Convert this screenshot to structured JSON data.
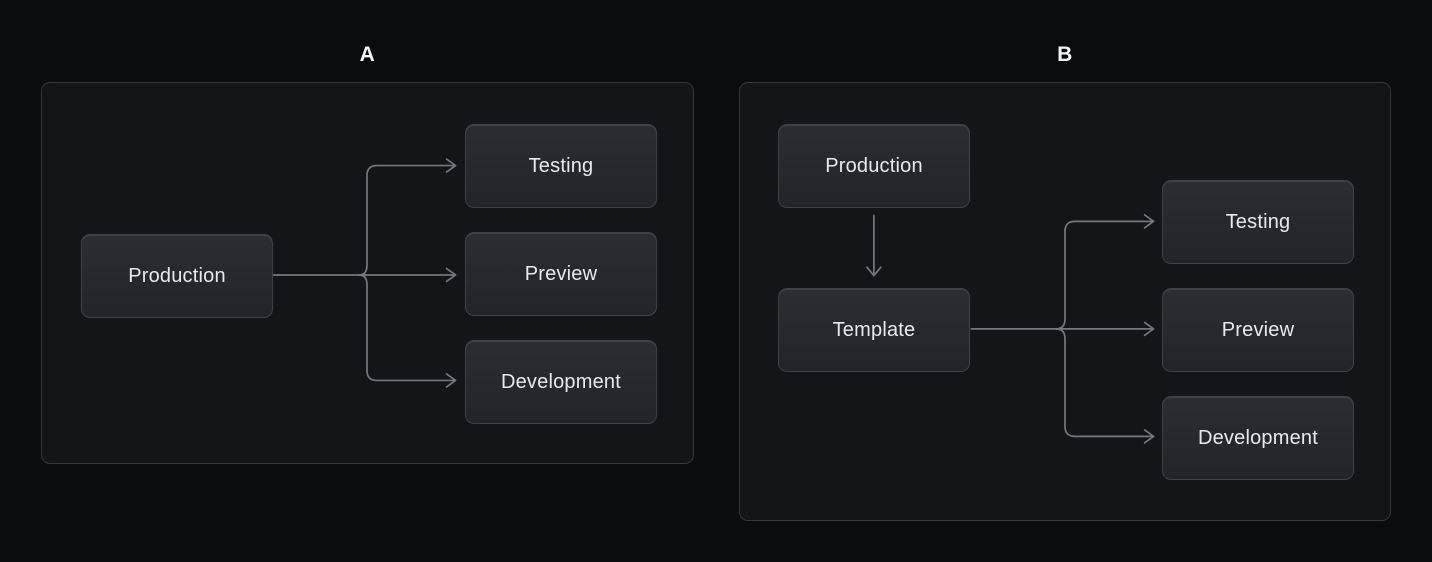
{
  "panel_a": {
    "title": "A",
    "nodes": {
      "source": "Production",
      "target1": "Testing",
      "target2": "Preview",
      "target3": "Development"
    }
  },
  "panel_b": {
    "title": "B",
    "nodes": {
      "root": "Production",
      "source": "Template",
      "target1": "Testing",
      "target2": "Preview",
      "target3": "Development"
    }
  },
  "colors": {
    "page_background": "#0b0c0e",
    "panel_background": "#141519",
    "panel_border": "#34373c",
    "node_background_top": "#2b2d32",
    "node_background_bottom": "#232429",
    "node_border": "#3e4147",
    "node_text": "#e8e9eb",
    "connector": "#74787e",
    "title_text": "#f3f4f5"
  }
}
